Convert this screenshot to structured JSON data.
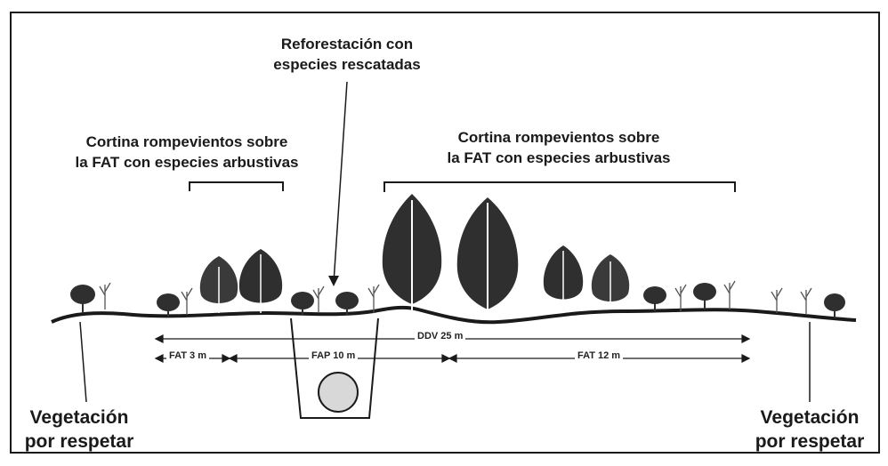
{
  "labels": {
    "top_center": [
      "Reforestación con",
      "especies rescatadas"
    ],
    "left_curtain": [
      "Cortina rompevientos sobre",
      "la FAT con especies arbustivas"
    ],
    "right_curtain": [
      "Cortina rompevientos sobre",
      "la FAT con especies arbustivas"
    ],
    "veg_left": [
      "Vegetación",
      "por respetar"
    ],
    "veg_right": [
      "Vegetación",
      "por respetar"
    ]
  },
  "dimensions": {
    "ddv": "DDV 25 m",
    "fat3": "FAT 3 m",
    "fap10": "FAP 10 m",
    "fat12": "FAT 12 m"
  },
  "colors": {
    "ink": "#1a1a1a",
    "tree_dark": "#2f2f2f",
    "bush": "#3a3a3a",
    "frame": "#1a1a1a"
  }
}
